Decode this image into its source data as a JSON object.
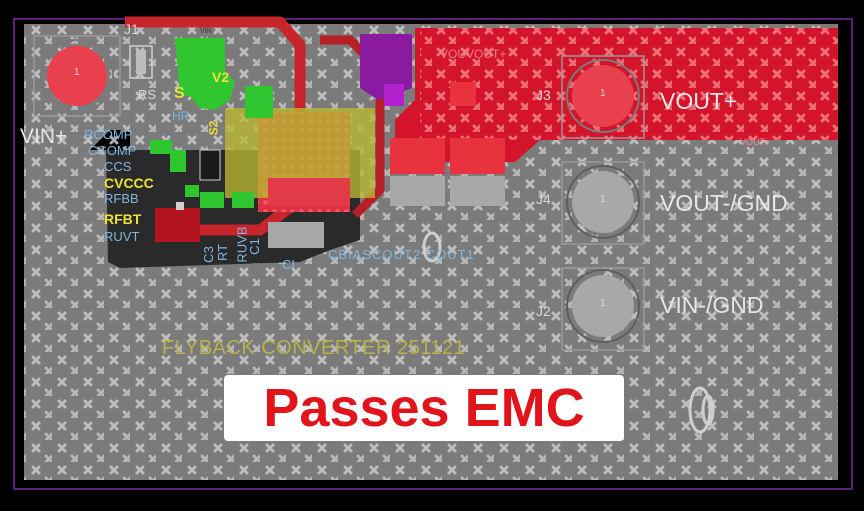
{
  "board": {
    "title": "FLYBACK CONVERTER 251121",
    "banner": "Passes EMC",
    "colors": {
      "background": "#000000",
      "ground_pour": "#7b7b7b",
      "top_copper": "#d3142a",
      "green_copper": "#2fc62f",
      "yellow_highlight": "#b8b832",
      "purple": "#8a1aa0",
      "banner_text": "#e1141b"
    }
  },
  "connectors": [
    {
      "ref": "J1",
      "pin": "1",
      "label": "VIN+"
    },
    {
      "ref": "J3",
      "pin": "1",
      "label": "VOUT+"
    },
    {
      "ref": "J4",
      "pin": "1",
      "label": "VOUT-/GND"
    },
    {
      "ref": "J2",
      "pin": "1",
      "label": "VIN-/GND"
    }
  ],
  "silkscreen": {
    "rs": "RS",
    "s": "S",
    "v2": "V2",
    "hr": "HR",
    "rcomp": "RCOMP",
    "ccomp": "CCOMP",
    "ccs": "CCS",
    "cvccc": "CVCCC",
    "rfbb": "RFBB",
    "rfbt": "RFBT",
    "ruvt": "RUVT",
    "c3": "C3",
    "rt": "RT",
    "ruvb": "RUVB",
    "c1": "C1",
    "cin": "CI",
    "cbias_cout": "CBIASCOUT2 COUT1",
    "vin_net": "VIN",
    "vout_net": "VOUT+",
    "voutplus_net": "VOUVOUT+",
    "s2": "S2"
  }
}
